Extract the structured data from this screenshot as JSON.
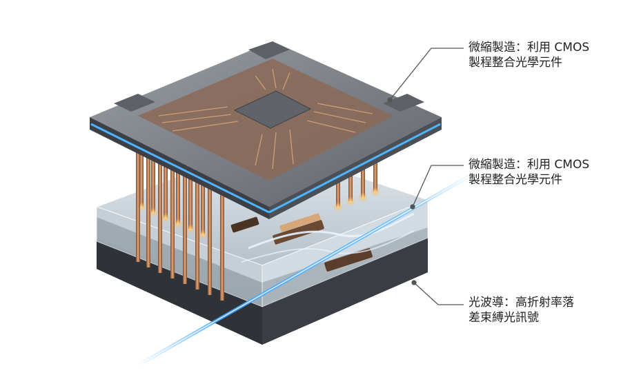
{
  "callouts": {
    "top": {
      "line1": "微縮製造：利用 CMOS",
      "line2": "製程整合光學元件"
    },
    "middle": {
      "line1": "微縮製造：利用 CMOS",
      "line2": "製程整合光學元件"
    },
    "bottom": {
      "line1": "光波導：高折射率落",
      "line2": "差束縛光訊號"
    }
  },
  "colors": {
    "chip_top": "#7f8288",
    "copper": "#b87a52",
    "glass": "#c9d3da",
    "substrate": "#3d4148",
    "light_beam": "#3aa0ff",
    "leader_line": "#555555"
  }
}
